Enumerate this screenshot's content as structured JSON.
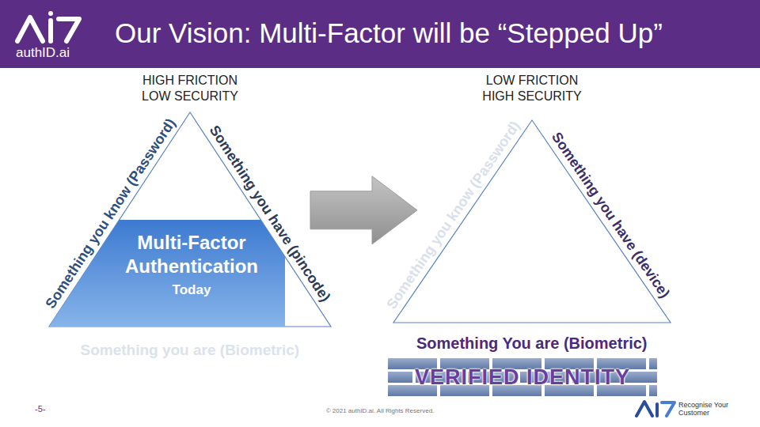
{
  "diagram": {
    "title": "Our Vision: Multi-Factor will be “Stepped Up”",
    "nodes": [
      {
        "text": [
          "HIGH FRICTION LOW SECURITY",
          "Something you know (Password)",
          "Something you have (pincode)",
          "Something you are (Biometric)"
        ]
      },
      {
        "text": [
          "Multi-Factor Authentication",
          "Today"
        ],
        "in": 0
      },
      {
        "text": [
          "LOW FRICTION HIGH SECURITY",
          "Something you know (Password)",
          "Something you have (device)",
          "Something You are (Biometric)"
        ]
      },
      {
        "text": [
          "VERIFIED IDENTITY"
        ]
      }
    ],
    "edges": [
      {
        "from": 0,
        "to": 2,
        "arrow": "to"
      }
    ],
    "labels": [
      "authID.ai",
      "-5-",
      "© 2021 authID.ai. All Rights Reserved.",
      "Recognise Your Customer"
    ]
  }
}
